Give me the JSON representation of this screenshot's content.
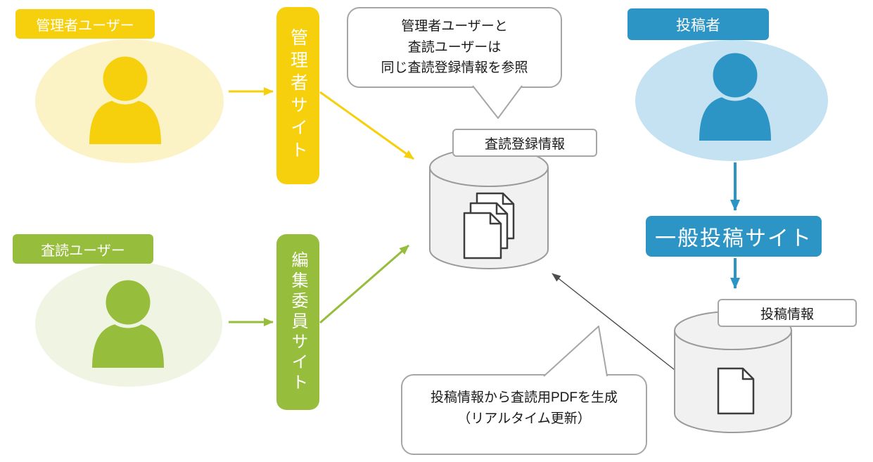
{
  "colors": {
    "yellow": "#F6D00D",
    "yellow_pale": "#FBF3C6",
    "green": "#96BD3B",
    "green_pale": "#F0F5E3",
    "blue": "#2D95C5",
    "blue_pale": "#C4E2F1",
    "outline_gray": "#A6A6A6",
    "cylinder_fill": "#F1F1F1",
    "cylinder_stroke": "#9B9B9B",
    "doc_stroke": "#3D3D3D",
    "arrow_gray": "#4D4D4D",
    "white": "#FFFFFF"
  },
  "actors": {
    "admin": {
      "label": "管理者ユーザー"
    },
    "reviewer": {
      "label": "査読ユーザー"
    },
    "contributor": {
      "label": "投稿者"
    }
  },
  "sites": {
    "admin": {
      "label": "管理者サイト"
    },
    "editorial": {
      "label": "編集委員サイト"
    },
    "submission": {
      "label": "一般投稿サイト"
    }
  },
  "datastores": {
    "review_registry": {
      "label": "査読登録情報"
    },
    "submission_info": {
      "label": "投稿情報"
    }
  },
  "callouts": {
    "shared_registry": {
      "lines": [
        "管理者ユーザーと",
        "査読ユーザーは",
        "同じ査読登録情報を参照"
      ]
    },
    "pdf_generation": {
      "lines": [
        "投稿情報から査読用PDFを生成",
        "（リアルタイム更新）"
      ]
    }
  },
  "icons": {
    "admin_user": "person-icon",
    "reviewer_user": "person-icon",
    "contributor_user": "person-icon",
    "review_registry": "database-cylinder-icon",
    "submission_info": "database-cylinder-icon",
    "review_registry_docs": "documents-stack-icon",
    "submission_doc": "document-icon"
  }
}
